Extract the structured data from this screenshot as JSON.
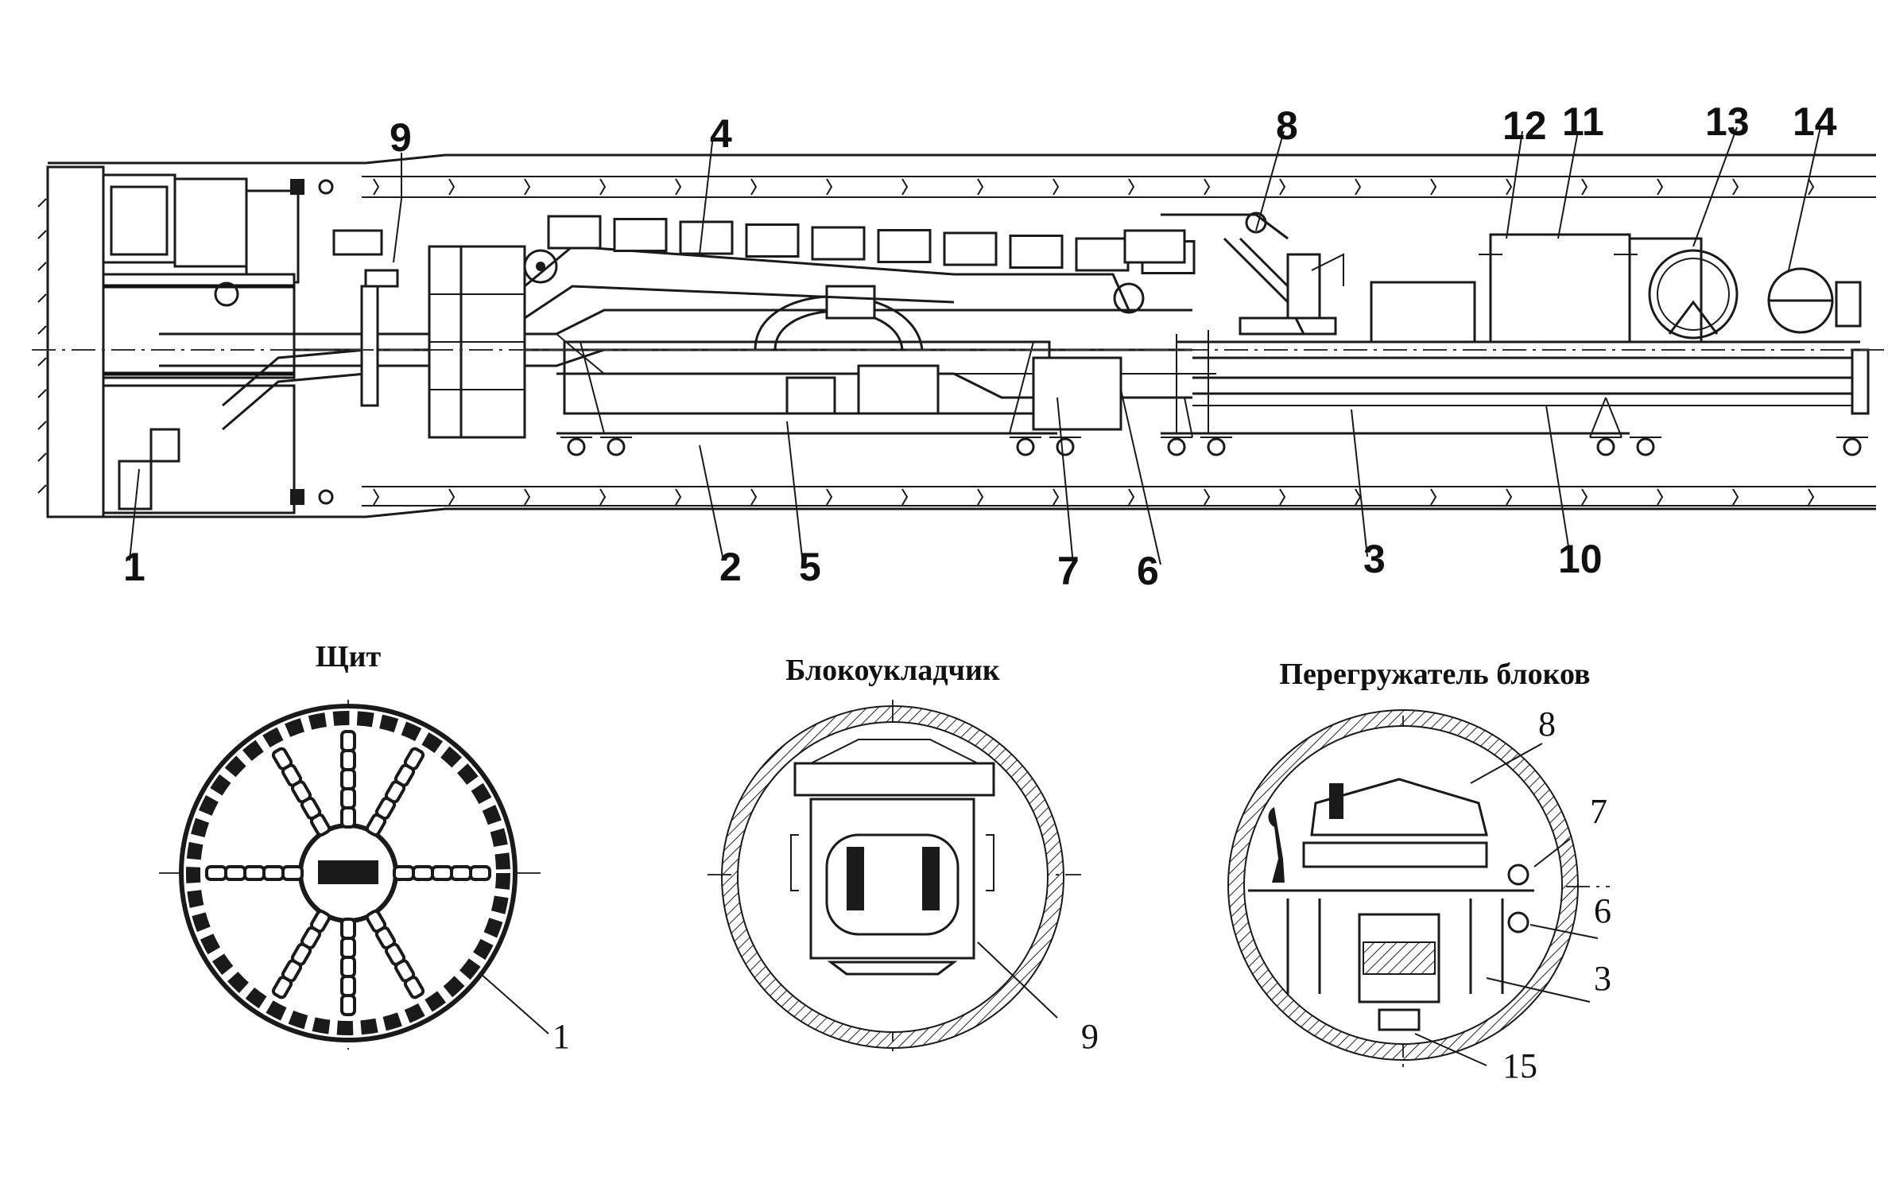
{
  "main_view": {
    "labels": [
      "1",
      "2",
      "3",
      "4",
      "5",
      "6",
      "7",
      "8",
      "9",
      "10",
      "11",
      "12",
      "13",
      "14"
    ]
  },
  "sections": {
    "shield": {
      "title": "Щит",
      "labels": [
        "1"
      ]
    },
    "erector": {
      "title": "Блокоукладчик",
      "labels": [
        "9"
      ]
    },
    "transfer": {
      "title": "Перегружатель блоков",
      "labels": [
        "8",
        "7",
        "6",
        "3",
        "15"
      ]
    }
  }
}
